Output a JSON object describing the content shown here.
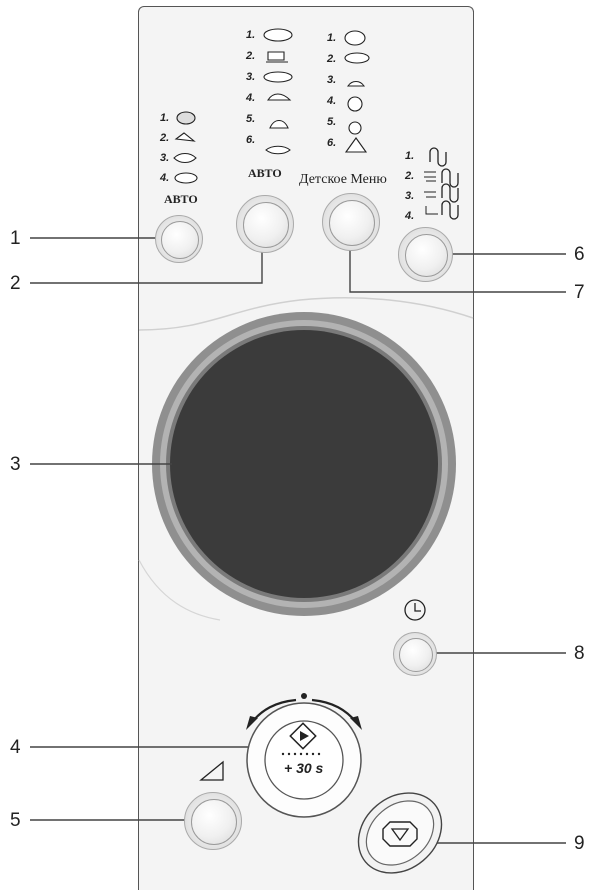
{
  "callouts": [
    "1",
    "2",
    "3",
    "4",
    "5",
    "6",
    "7",
    "8",
    "9"
  ],
  "labels": {
    "auto_left": "АВТО",
    "auto_center": "АВТО",
    "kids_menu": "Детское Меню",
    "plus30": "+ 30 s"
  },
  "menu_left": [
    "1.",
    "2.",
    "3.",
    "4."
  ],
  "menu_auto": [
    "1.",
    "2.",
    "3.",
    "4.",
    "5.",
    "6."
  ],
  "menu_kids": [
    "1.",
    "2.",
    "3.",
    "4.",
    "5.",
    "6."
  ],
  "menu_grill": [
    "1.",
    "2.",
    "3.",
    "4."
  ],
  "icons": {
    "defrost_button": "defrost-icon",
    "timer": "clock-icon",
    "power": "power-level-icon",
    "start": "start-icon",
    "stop": "stop-icon"
  },
  "colors": {
    "dial_face": "#3b3b3b",
    "dial_ring": "#8f8f8f",
    "panel": "#f4f4f4",
    "leader": "#444444"
  }
}
